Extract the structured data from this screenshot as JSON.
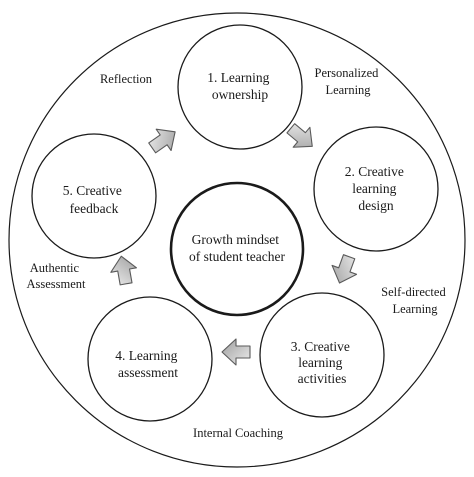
{
  "center": {
    "lines": [
      "Growth mindset",
      "of student teacher"
    ]
  },
  "nodes": [
    {
      "id": "learning-ownership",
      "lines": [
        "1. Learning",
        "ownership"
      ]
    },
    {
      "id": "creative-learning-design",
      "lines": [
        "2. Creative",
        "learning",
        "design"
      ]
    },
    {
      "id": "creative-learning-activities",
      "lines": [
        "3. Creative",
        "learning",
        "activities"
      ]
    },
    {
      "id": "learning-assessment",
      "lines": [
        "4. Learning",
        "assessment"
      ]
    },
    {
      "id": "creative-feedback",
      "lines": [
        "5. Creative",
        "feedback"
      ]
    }
  ],
  "labels": [
    {
      "id": "reflection",
      "lines": [
        "Reflection"
      ]
    },
    {
      "id": "personalized-learning",
      "lines": [
        "Personalized",
        "Learning"
      ]
    },
    {
      "id": "self-directed-learning",
      "lines": [
        "Self-directed",
        "Learning"
      ]
    },
    {
      "id": "internal-coaching",
      "lines": [
        "Internal Coaching"
      ]
    },
    {
      "id": "authentic-assessment",
      "lines": [
        "Authentic",
        "Assessment"
      ]
    }
  ],
  "colors": {
    "stroke": "#1a1a1a",
    "arrow_fill": "#c8c8c8",
    "arrow_stroke": "#5a5a5a",
    "background": "#ffffff"
  }
}
